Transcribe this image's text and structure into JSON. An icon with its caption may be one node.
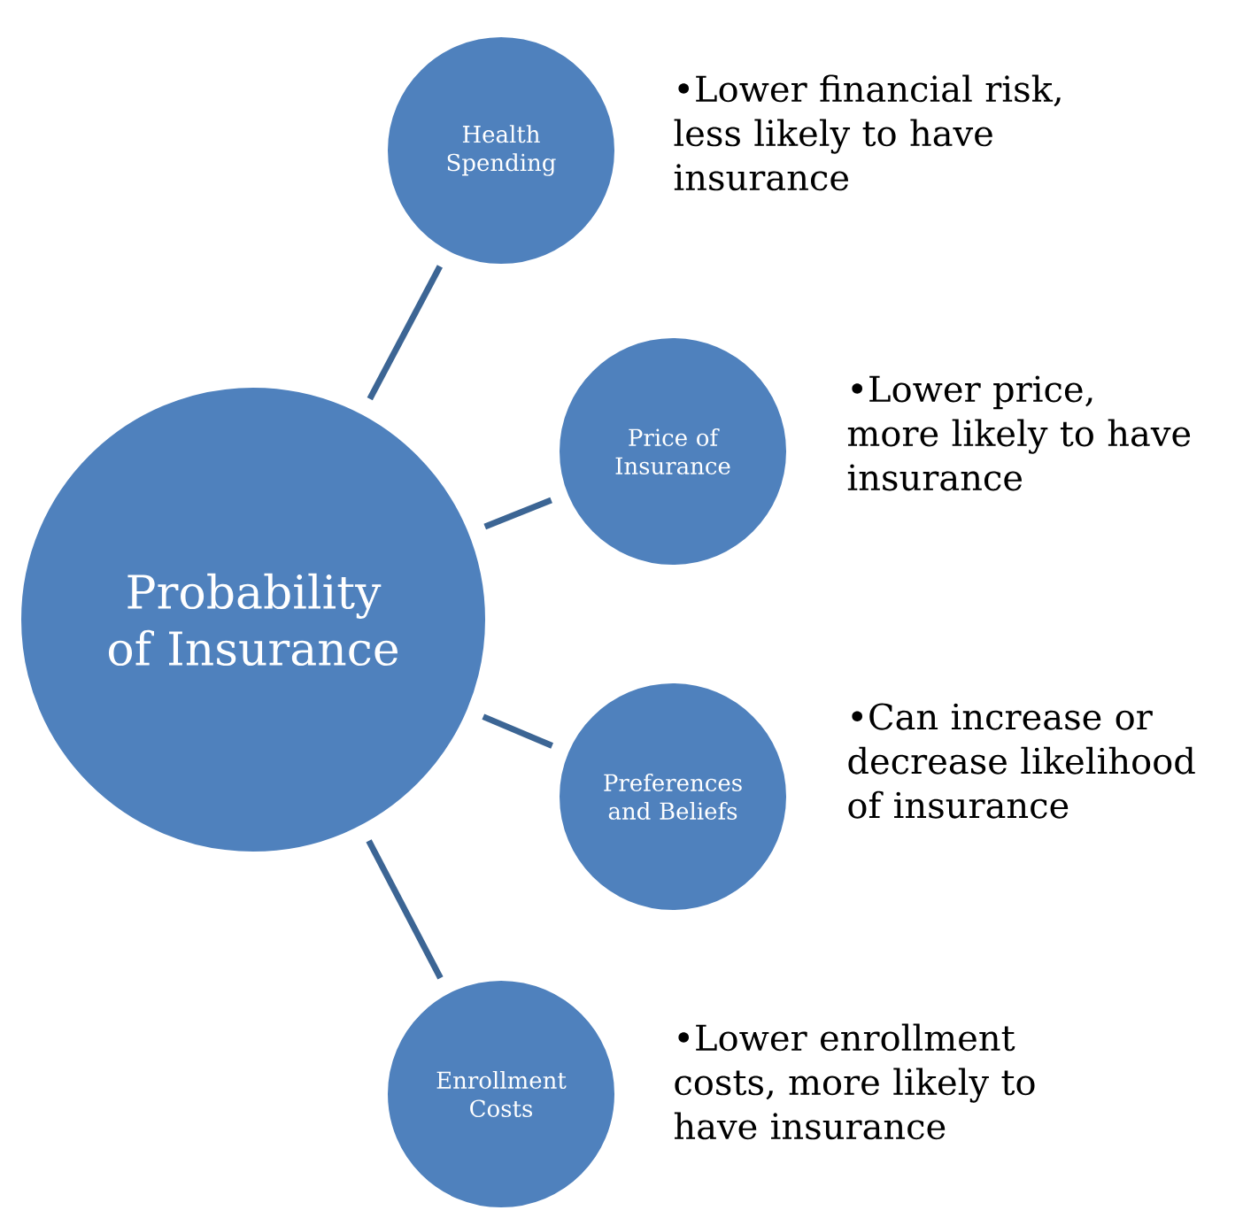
{
  "diagram": {
    "nodes": [
      {
        "text": [
          "Probability of Insurance"
        ]
      },
      {
        "text": [
          "Health Spending"
        ],
        "beside": [
          "•Lower financial risk, less likely to have insurance"
        ]
      },
      {
        "text": [
          "Price of Insurance"
        ],
        "beside": [
          "•Lower price, more likely to have insurance"
        ]
      },
      {
        "text": [
          "Preferences and Beliefs"
        ],
        "beside": [
          "•Can increase or decrease likelihood of insurance"
        ]
      },
      {
        "text": [
          "Enrollment Costs"
        ],
        "beside": [
          "•Lower enrollment costs, more likely to have insurance"
        ]
      }
    ],
    "edges": [
      {
        "from": 0,
        "to": 1,
        "arrow": "none"
      },
      {
        "from": 0,
        "to": 2,
        "arrow": "none"
      },
      {
        "from": 0,
        "to": 3,
        "arrow": "none"
      },
      {
        "from": 0,
        "to": 4,
        "arrow": "none"
      }
    ]
  }
}
